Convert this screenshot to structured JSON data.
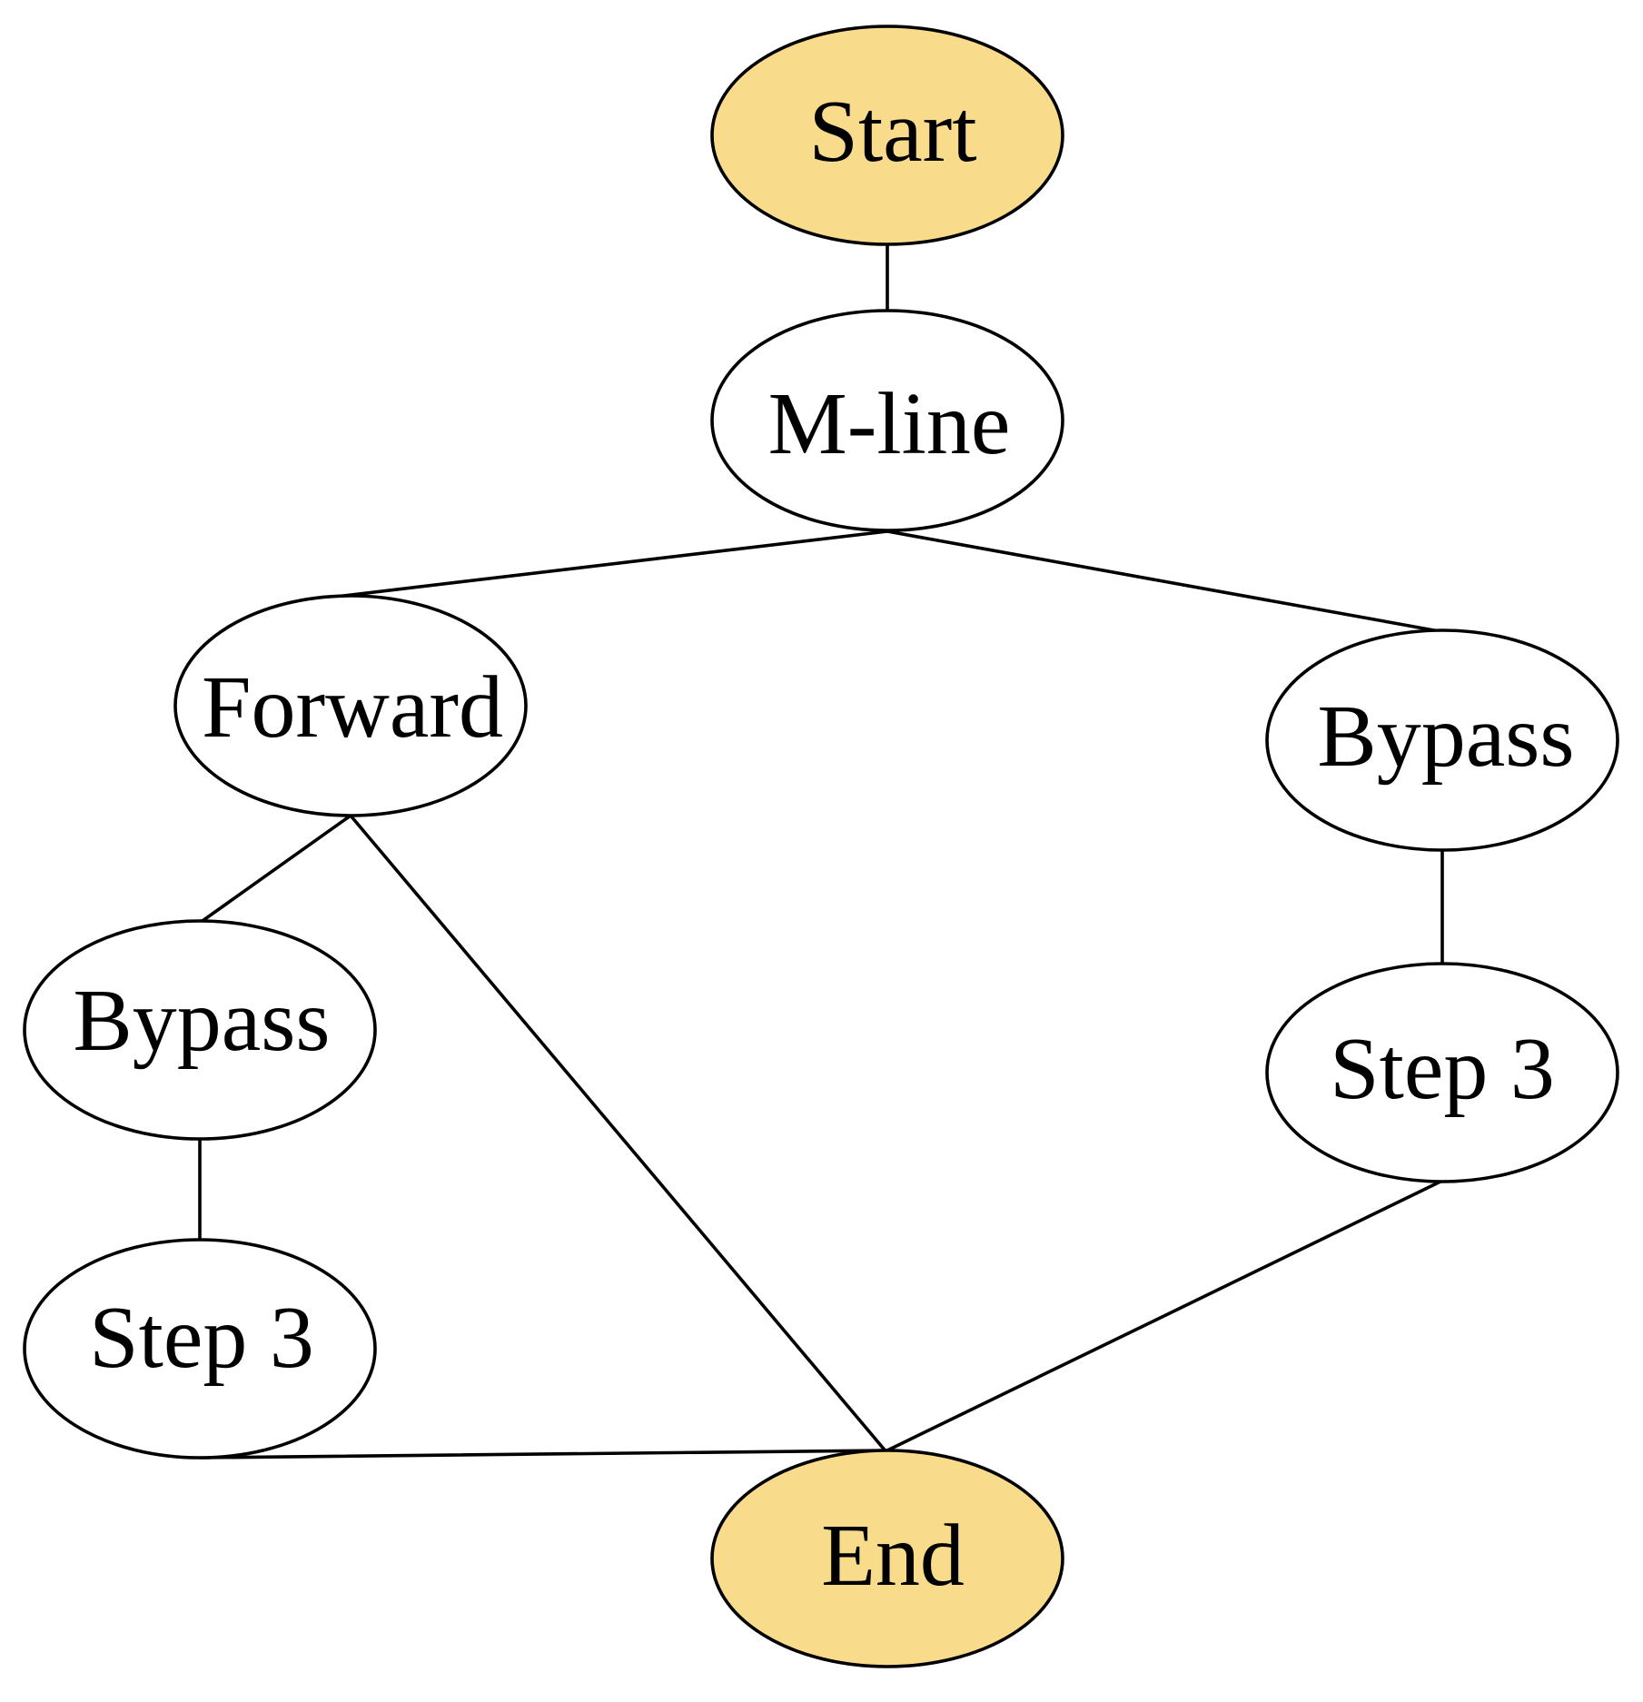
{
  "colors": {
    "terminal_fill": "#f9dc8b",
    "step_fill": "#ffffff",
    "line": "#000000"
  },
  "nodes": [
    {
      "id": "start",
      "label": "Start",
      "kind": "terminal"
    },
    {
      "id": "mline",
      "label": "M-line",
      "kind": "step"
    },
    {
      "id": "forward",
      "label": "Forward",
      "kind": "step"
    },
    {
      "id": "bypass_right",
      "label": "Bypass",
      "kind": "step"
    },
    {
      "id": "bypass_left",
      "label": "Bypass",
      "kind": "step"
    },
    {
      "id": "step3_right",
      "label": "Step 3",
      "kind": "step"
    },
    {
      "id": "step3_left",
      "label": "Step 3",
      "kind": "step"
    },
    {
      "id": "end",
      "label": "End",
      "kind": "terminal"
    }
  ],
  "edges": [
    {
      "from": "start",
      "to": "mline"
    },
    {
      "from": "mline",
      "to": "forward"
    },
    {
      "from": "mline",
      "to": "bypass_right"
    },
    {
      "from": "forward",
      "to": "bypass_left"
    },
    {
      "from": "forward",
      "to": "end"
    },
    {
      "from": "bypass_left",
      "to": "step3_left"
    },
    {
      "from": "step3_left",
      "to": "end"
    },
    {
      "from": "bypass_right",
      "to": "step3_right"
    },
    {
      "from": "step3_right",
      "to": "end"
    }
  ]
}
